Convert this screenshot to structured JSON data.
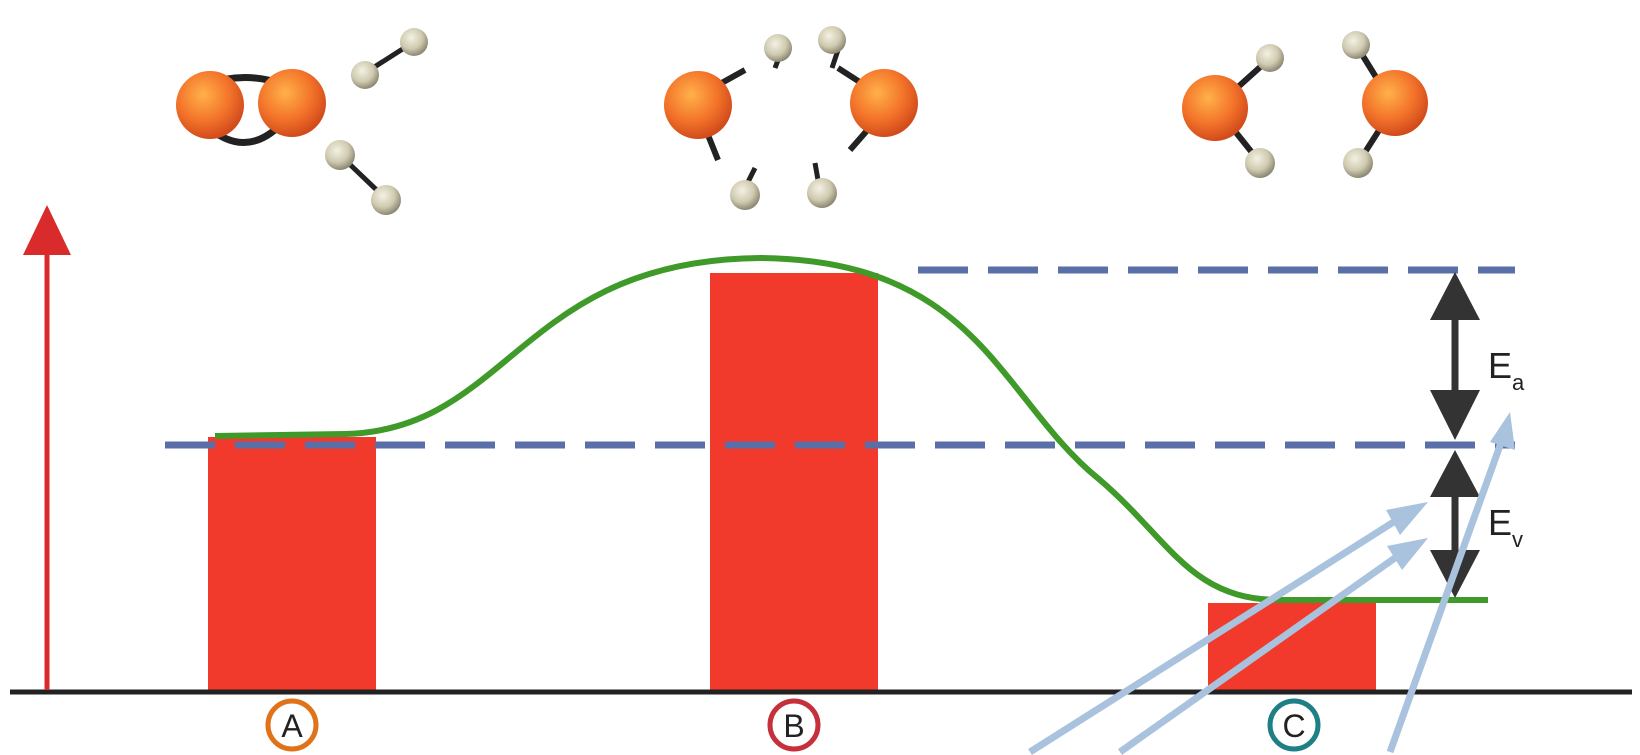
{
  "labels": {
    "A": "A",
    "B": "B",
    "C": "C",
    "Ea_base": "E",
    "Ea_sub": "a",
    "Ev_base": "E",
    "Ev_sub": "v"
  },
  "colors": {
    "bar": "#f23a2c",
    "curve": "#3f9a2a",
    "dash": "#5a6fa8",
    "axis_arrow": "#d92b2b",
    "baseline": "#222222",
    "circle_A": "#e0731a",
    "circle_B": "#c5303a",
    "circle_C": "#1f7f86",
    "energy_arrow": "#333333",
    "pointer_arrow": "#a9c2dd",
    "oxygen": "#f07a2a",
    "hydrogen": "#d9d6c3",
    "bond": "#222222"
  },
  "icons": [
    "oxygen-molecule",
    "hydrogen-molecule",
    "transition-complex",
    "water-molecule"
  ]
}
